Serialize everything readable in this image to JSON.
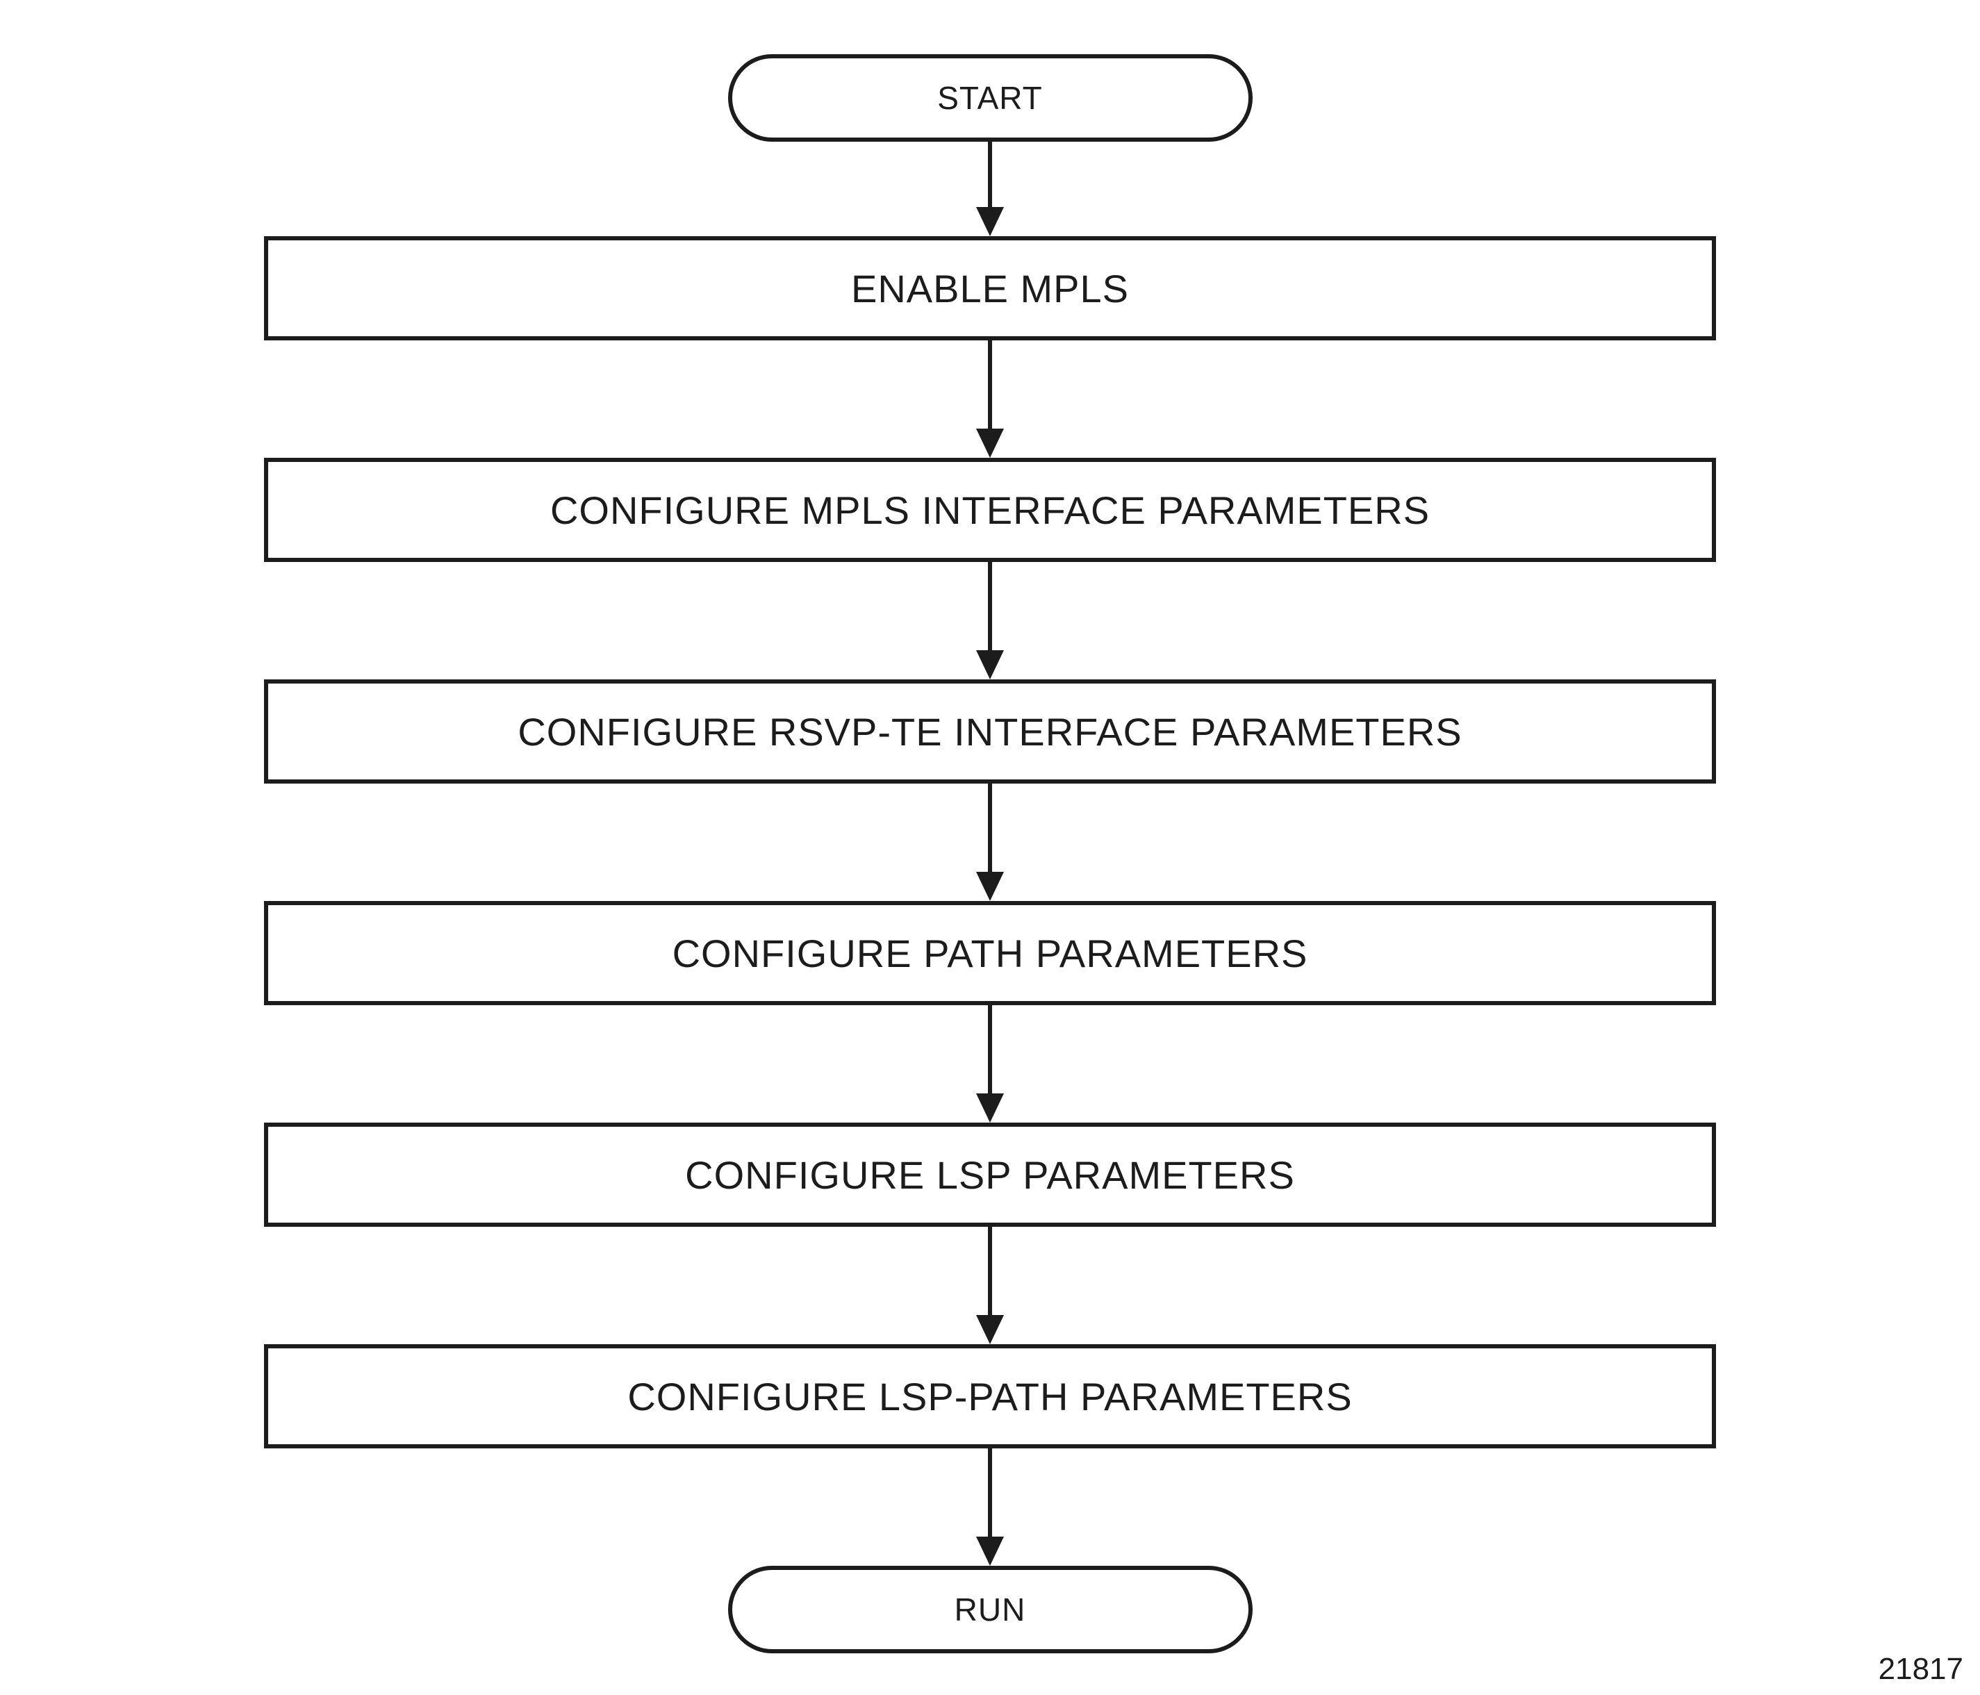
{
  "diagram": {
    "start_label": "START",
    "steps": [
      "ENABLE MPLS",
      "CONFIGURE MPLS INTERFACE PARAMETERS",
      "CONFIGURE RSVP-TE INTERFACE PARAMETERS",
      "CONFIGURE PATH PARAMETERS",
      "CONFIGURE LSP PARAMETERS",
      "CONFIGURE LSP-PATH PARAMETERS"
    ],
    "end_label": "RUN",
    "figure_number": "21817",
    "colors": {
      "stroke": "#1c1c1c",
      "background": "#ffffff"
    }
  }
}
